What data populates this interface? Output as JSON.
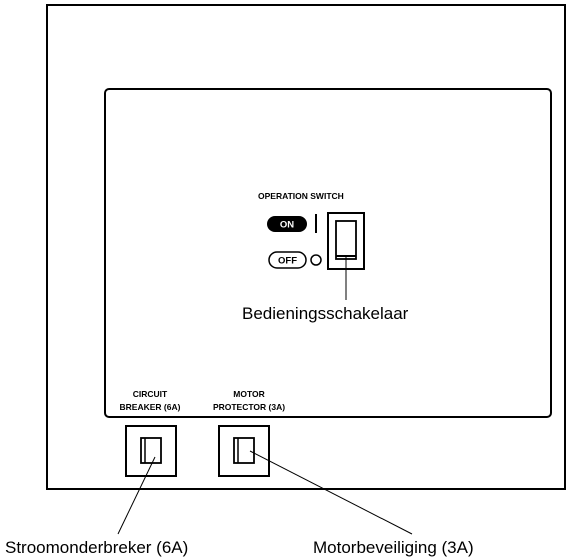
{
  "panel": {
    "operation_switch_label": "OPERATION SWITCH",
    "on_label": "ON",
    "off_label": "OFF",
    "circuit_breaker_label": [
      "CIRCUIT",
      "BREAKER (6A)"
    ],
    "motor_protector_label": [
      "MOTOR",
      "PROTECTOR (3A)"
    ]
  },
  "callouts": {
    "operation_switch": "Bedieningsschakelaar",
    "circuit_breaker": "Stroomonderbreker (6A)",
    "motor_protector": "Motorbeveiliging (3A)"
  }
}
